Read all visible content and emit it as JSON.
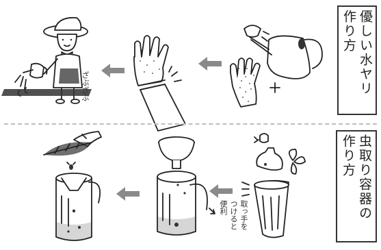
{
  "top_section": {
    "title_lines": [
      "優しい水ヤリ",
      "作り方"
    ],
    "side_note": "ざぶざぶ"
  },
  "bottom_section": {
    "title_lines": [
      "虫取り容器の",
      "作り方"
    ],
    "side_note_lines": [
      "取っ手を",
      "つけると",
      "便利"
    ]
  },
  "colors": {
    "ink": "#222222",
    "arrow": "#8a8a8a",
    "background": "#ffffff",
    "divider": "#bdbdbd"
  }
}
